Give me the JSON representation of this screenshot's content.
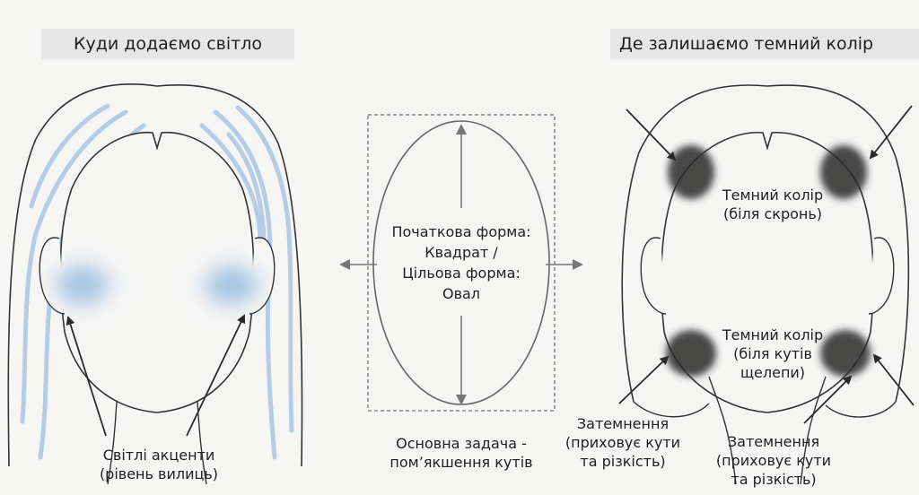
{
  "left_panel": {
    "header": "Куди додаємо світло",
    "label": [
      "Світлі акценти",
      "(рівень вилиць)"
    ]
  },
  "center_panel": {
    "shape_label": [
      "Початкова форма:",
      "Квадрат /",
      "Цільова форма:",
      "Овал"
    ],
    "caption": [
      "Основна задача -",
      "пом’якшення кутів"
    ]
  },
  "right_panel": {
    "header": "Де залишаємо темний колір",
    "temples_label": [
      "Темний колір",
      "(біля скронь)"
    ],
    "jaw_label": [
      "Темний колір",
      "(біля кутів",
      "щелепи)"
    ],
    "shading_left": [
      "Затемнення",
      "(приховує кути",
      "та різкість)"
    ],
    "shading_right": [
      "Затемнення",
      "(приховує кути",
      "та різкість)"
    ]
  },
  "colors": {
    "highlight": "#a9c6e3",
    "shadow": "#2a2a2a",
    "line": "#333333",
    "guide_dash": "#888888"
  }
}
